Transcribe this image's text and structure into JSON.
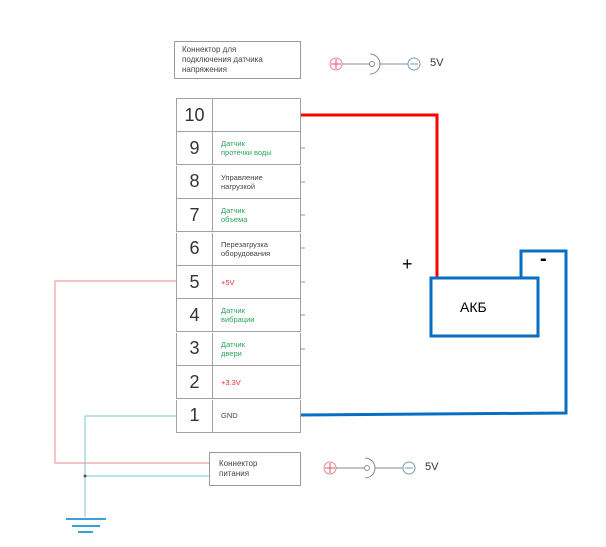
{
  "top_connector": {
    "label": "Коннектор для\nподключения датчика\nнапряжения",
    "voltage": "5V"
  },
  "power_connector": {
    "label": "Коннектор\nпитания",
    "voltage": "5V"
  },
  "pins": [
    {
      "number": "10",
      "label": "",
      "color": "#444444"
    },
    {
      "number": "9",
      "label": "Датчик\nпротечки воды",
      "color": "#2aa55a"
    },
    {
      "number": "8",
      "label": "Управление\nнагрузкой",
      "color": "#444444"
    },
    {
      "number": "7",
      "label": "Датчик\nобъема",
      "color": "#2aa55a"
    },
    {
      "number": "6",
      "label": "Перезагрузка\nоборудования",
      "color": "#444444"
    },
    {
      "number": "5",
      "label": "+5V",
      "color": "#e0303a"
    },
    {
      "number": "4",
      "label": "Датчик\nвибрации",
      "color": "#2aa55a"
    },
    {
      "number": "3",
      "label": "Датчик\nдвери",
      "color": "#2aa55a"
    },
    {
      "number": "2",
      "label": "+3.3V",
      "color": "#e0303a"
    },
    {
      "number": "1",
      "label": "GND",
      "color": "#444444"
    }
  ],
  "battery": {
    "label": "АКБ",
    "plus": "+",
    "minus": "-"
  },
  "colors": {
    "wire_positive": "#ff0000",
    "wire_negative": "#0a6fc2",
    "thin_red": "#e88a92",
    "thin_blue": "#7ec3de"
  }
}
